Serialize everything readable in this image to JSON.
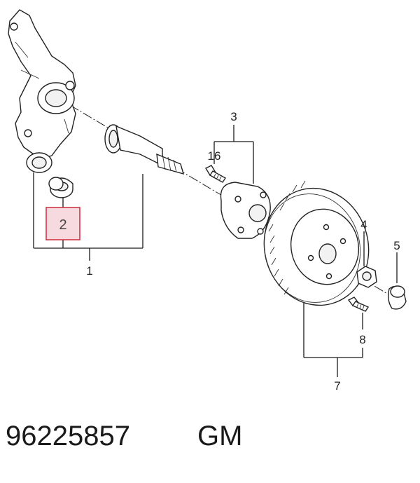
{
  "diagram": {
    "callouts": {
      "c1": "1",
      "c2": "2",
      "c3": "3",
      "c4": "4",
      "c5": "5",
      "c7": "7",
      "c8": "8",
      "c16": "16"
    },
    "highlight_color": "#f7d9e0",
    "highlight_border": "#cc2a3a"
  },
  "footer": {
    "part_number": "96225857",
    "brand": "GM"
  }
}
